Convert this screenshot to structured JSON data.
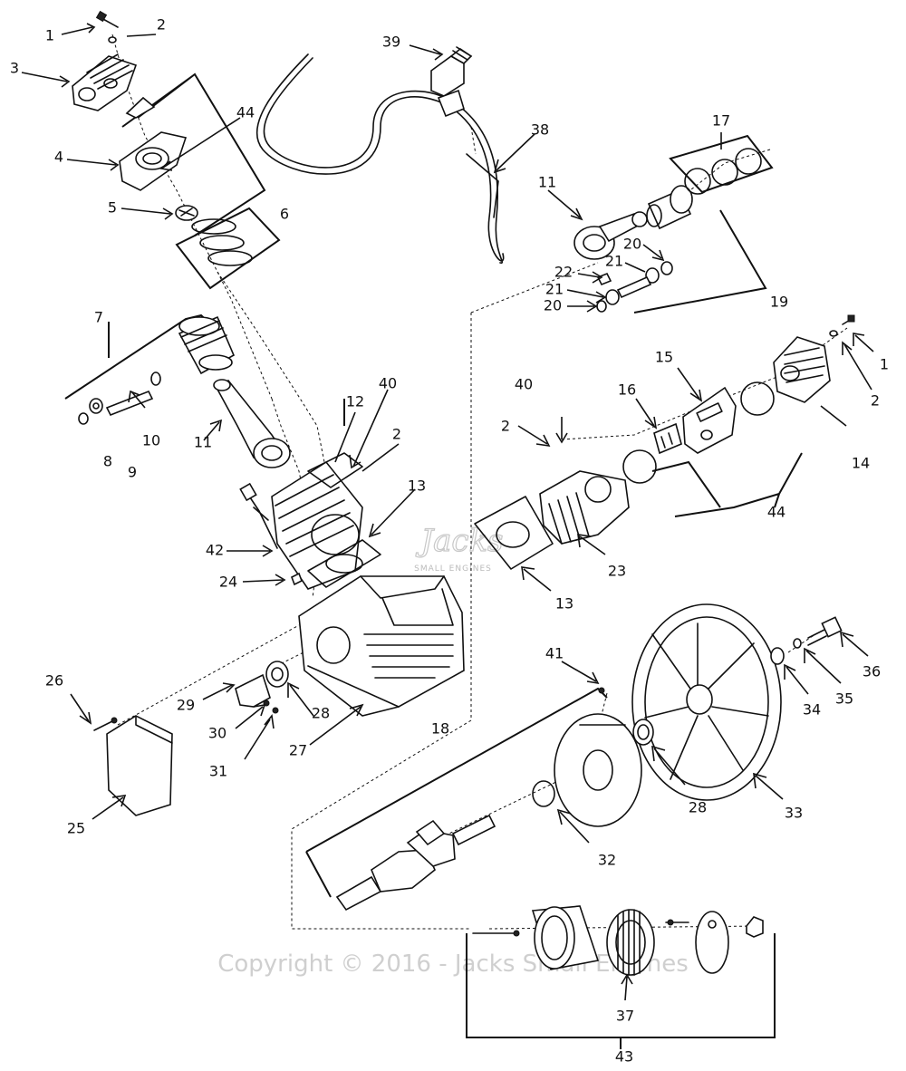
{
  "callouts": [
    {
      "id": "c1a",
      "text": "1"
    },
    {
      "id": "c2a",
      "text": "2"
    },
    {
      "id": "c3",
      "text": "3"
    },
    {
      "id": "c44a",
      "text": "44"
    },
    {
      "id": "c4",
      "text": "4"
    },
    {
      "id": "c5",
      "text": "5"
    },
    {
      "id": "c6",
      "text": "6"
    },
    {
      "id": "c7",
      "text": "7"
    },
    {
      "id": "c8",
      "text": "8"
    },
    {
      "id": "c9",
      "text": "9"
    },
    {
      "id": "c10",
      "text": "10"
    },
    {
      "id": "c11a",
      "text": "11"
    },
    {
      "id": "c12",
      "text": "12"
    },
    {
      "id": "c40a",
      "text": "40"
    },
    {
      "id": "c2b",
      "text": "2"
    },
    {
      "id": "c13a",
      "text": "13"
    },
    {
      "id": "c42",
      "text": "42"
    },
    {
      "id": "c24",
      "text": "24"
    },
    {
      "id": "c39",
      "text": "39"
    },
    {
      "id": "c38",
      "text": "38"
    },
    {
      "id": "c11b",
      "text": "11"
    },
    {
      "id": "c17",
      "text": "17"
    },
    {
      "id": "c20a",
      "text": "20"
    },
    {
      "id": "c21a",
      "text": "21"
    },
    {
      "id": "c22",
      "text": "22"
    },
    {
      "id": "c21b",
      "text": "21"
    },
    {
      "id": "c20b",
      "text": "20"
    },
    {
      "id": "c19",
      "text": "19"
    },
    {
      "id": "c1b",
      "text": "1"
    },
    {
      "id": "c2c",
      "text": "2"
    },
    {
      "id": "c14",
      "text": "14"
    },
    {
      "id": "c15",
      "text": "15"
    },
    {
      "id": "c16",
      "text": "16"
    },
    {
      "id": "c40b",
      "text": "40"
    },
    {
      "id": "c2d",
      "text": "2"
    },
    {
      "id": "c44b",
      "text": "44"
    },
    {
      "id": "c23",
      "text": "23"
    },
    {
      "id": "c13b",
      "text": "13"
    },
    {
      "id": "c26",
      "text": "26"
    },
    {
      "id": "c29",
      "text": "29"
    },
    {
      "id": "c30",
      "text": "30"
    },
    {
      "id": "c31",
      "text": "31"
    },
    {
      "id": "c28a",
      "text": "28"
    },
    {
      "id": "c27",
      "text": "27"
    },
    {
      "id": "c25",
      "text": "25"
    },
    {
      "id": "c41",
      "text": "41"
    },
    {
      "id": "c18",
      "text": "18"
    },
    {
      "id": "c28b",
      "text": "28"
    },
    {
      "id": "c32",
      "text": "32"
    },
    {
      "id": "c33",
      "text": "33"
    },
    {
      "id": "c34",
      "text": "34"
    },
    {
      "id": "c35",
      "text": "35"
    },
    {
      "id": "c36",
      "text": "36"
    },
    {
      "id": "c37",
      "text": "37"
    },
    {
      "id": "c43",
      "text": "43"
    }
  ],
  "watermark": {
    "logo": "Jacks",
    "logo_sub": "SMALL ENGINES",
    "copyright": "Copyright © 2016 - Jacks Small Engines"
  }
}
